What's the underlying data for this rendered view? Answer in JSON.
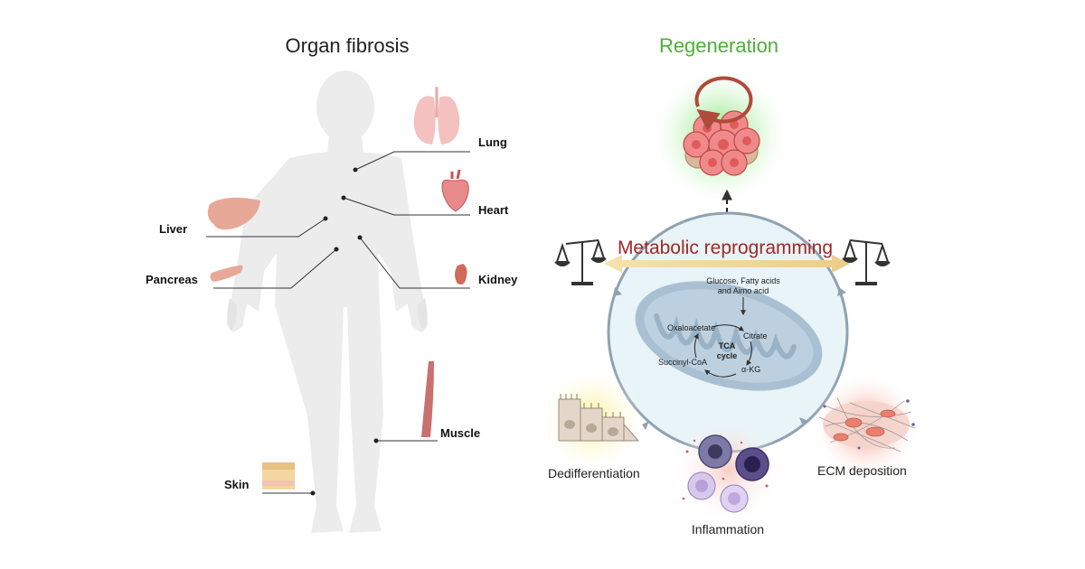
{
  "left_panel": {
    "title": "Organ fibrosis",
    "organs": {
      "lung": "Lung",
      "heart": "Heart",
      "liver": "Liver",
      "pancreas": "Pancreas",
      "kidney": "Kidney",
      "muscle": "Muscle",
      "skin": "Skin"
    }
  },
  "right_panel": {
    "regeneration": "Regeneration",
    "metabolic": "Metabolic reprogramming",
    "substrates_line1": "Glucose, Fatty acids",
    "substrates_line2": "and Aimo acid",
    "tca": {
      "oxaloacetate": "Oxaloacetate",
      "citrate": "Citrate",
      "akg": "α-KG",
      "succinyl": "Succinyl-CoA",
      "label1": "TCA",
      "label2": "cycle"
    },
    "processes": {
      "dediff": "Dedifferentiation",
      "inflammation": "Inflammation",
      "ecm": "ECM deposition"
    }
  },
  "colors": {
    "regeneration_text": "#4caf37",
    "metabolic_text": "#a02828",
    "cycle_ring": "#8fa2b2",
    "balance_arrow": "#f0d9a0"
  }
}
